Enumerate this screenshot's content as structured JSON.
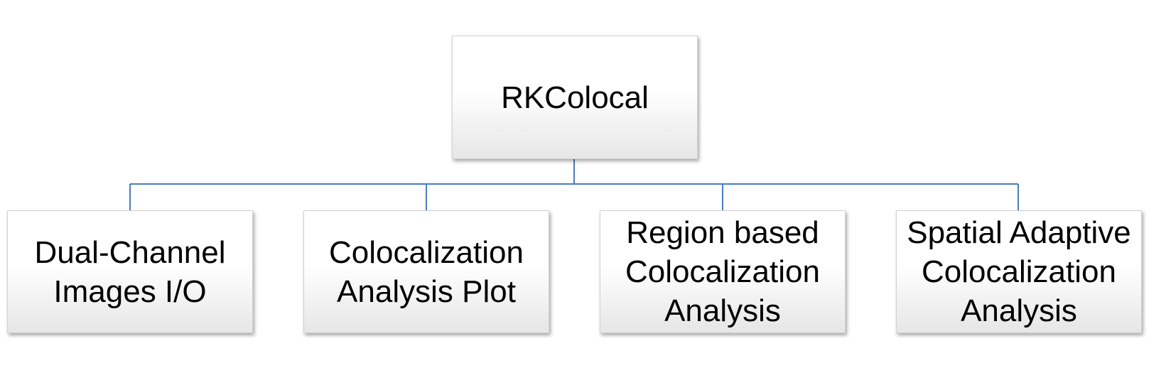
{
  "diagram": {
    "colors": {
      "connector": "#4a7ebb",
      "box_border": "#d2d2d2",
      "box_gradient_top": "#ffffff",
      "box_gradient_bottom": "#e6e6e6",
      "text": "#000000"
    },
    "root": {
      "label": "RKColocal"
    },
    "children": [
      {
        "label": "Dual-Channel\nImages I/O"
      },
      {
        "label": "Colocalization\nAnalysis Plot"
      },
      {
        "label": "Region based\nColocalization\nAnalysis"
      },
      {
        "label": "Spatial Adaptive\nColocalization\nAnalysis"
      }
    ]
  }
}
